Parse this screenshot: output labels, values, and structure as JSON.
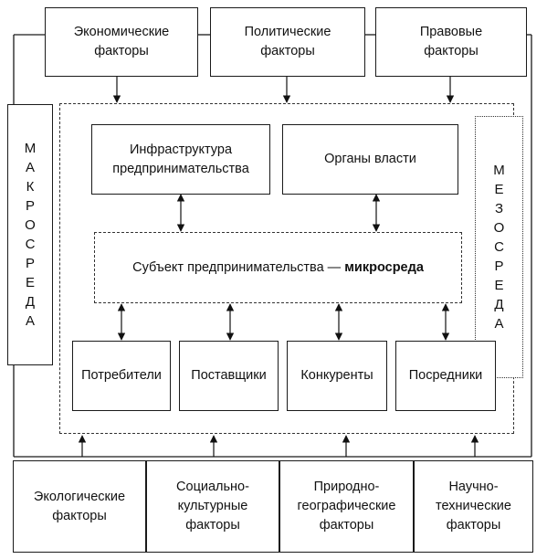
{
  "macro_top": {
    "economic": {
      "line1": "Экономические",
      "line2": "факторы"
    },
    "political": {
      "line1": "Политические",
      "line2": "факторы"
    },
    "legal": {
      "line1": "Правовые",
      "line2": "факторы"
    }
  },
  "macro_bottom": {
    "ecological": {
      "line1": "Экологические",
      "line2": "факторы"
    },
    "sociocultural": {
      "line1": "Социально-",
      "line2": "культурные",
      "line3": "факторы"
    },
    "natural_geo": {
      "line1": "Природно-",
      "line2": "географические",
      "line3": "факторы"
    },
    "scitech": {
      "line1": "Научно-",
      "line2": "технические",
      "line3": "факторы"
    }
  },
  "macro_label": "МАКРОСРЕДА",
  "meso_label": "МЕЗОСРЕДА",
  "infrastructure": {
    "line1": "Инфраструктура",
    "line2": "предпринимательства"
  },
  "authorities": "Органы власти",
  "subject": {
    "text": "Субъект предпринимательства — ",
    "bold": "микросреда"
  },
  "micro": {
    "consumers": "Потребители",
    "suppliers": "Поставщики",
    "competitors": "Конкуренты",
    "intermediaries": "Посредники"
  }
}
